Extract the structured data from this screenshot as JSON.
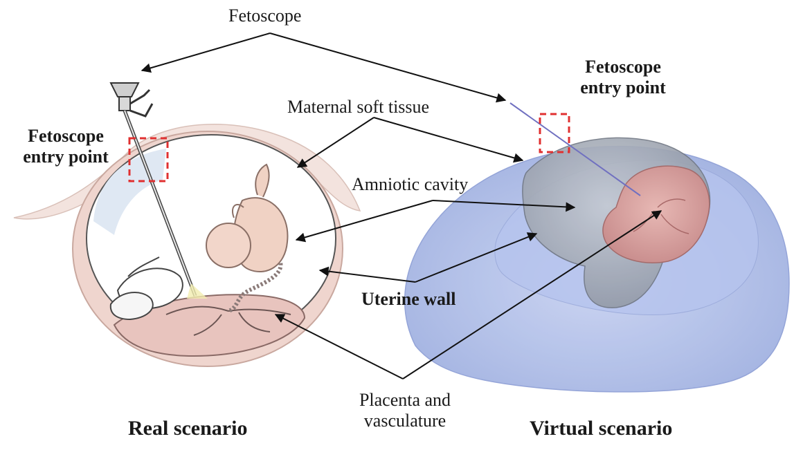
{
  "labels": {
    "fetoscope": "Fetoscope",
    "entry_left_line1": "Fetoscope",
    "entry_left_line2": "entry point",
    "entry_right_line1": "Fetoscope",
    "entry_right_line2": "entry point",
    "maternal_soft_tissue": "Maternal soft tissue",
    "amniotic_cavity": "Amniotic cavity",
    "uterine_wall": "Uterine wall",
    "placenta_line1": "Placenta and",
    "placenta_line2": "vasculature",
    "real_scenario": "Real scenario",
    "virtual_scenario": "Virtual scenario"
  },
  "colors": {
    "arrow": "#111111",
    "entry_marker": "#e03030",
    "uterus_tissue": "#f0d8d2",
    "placenta": "#d9a0a0",
    "virtual_outer": "#aab9e6",
    "virtual_cavity": "#a7aeb9",
    "fetoscope_line": "#7070c0"
  }
}
